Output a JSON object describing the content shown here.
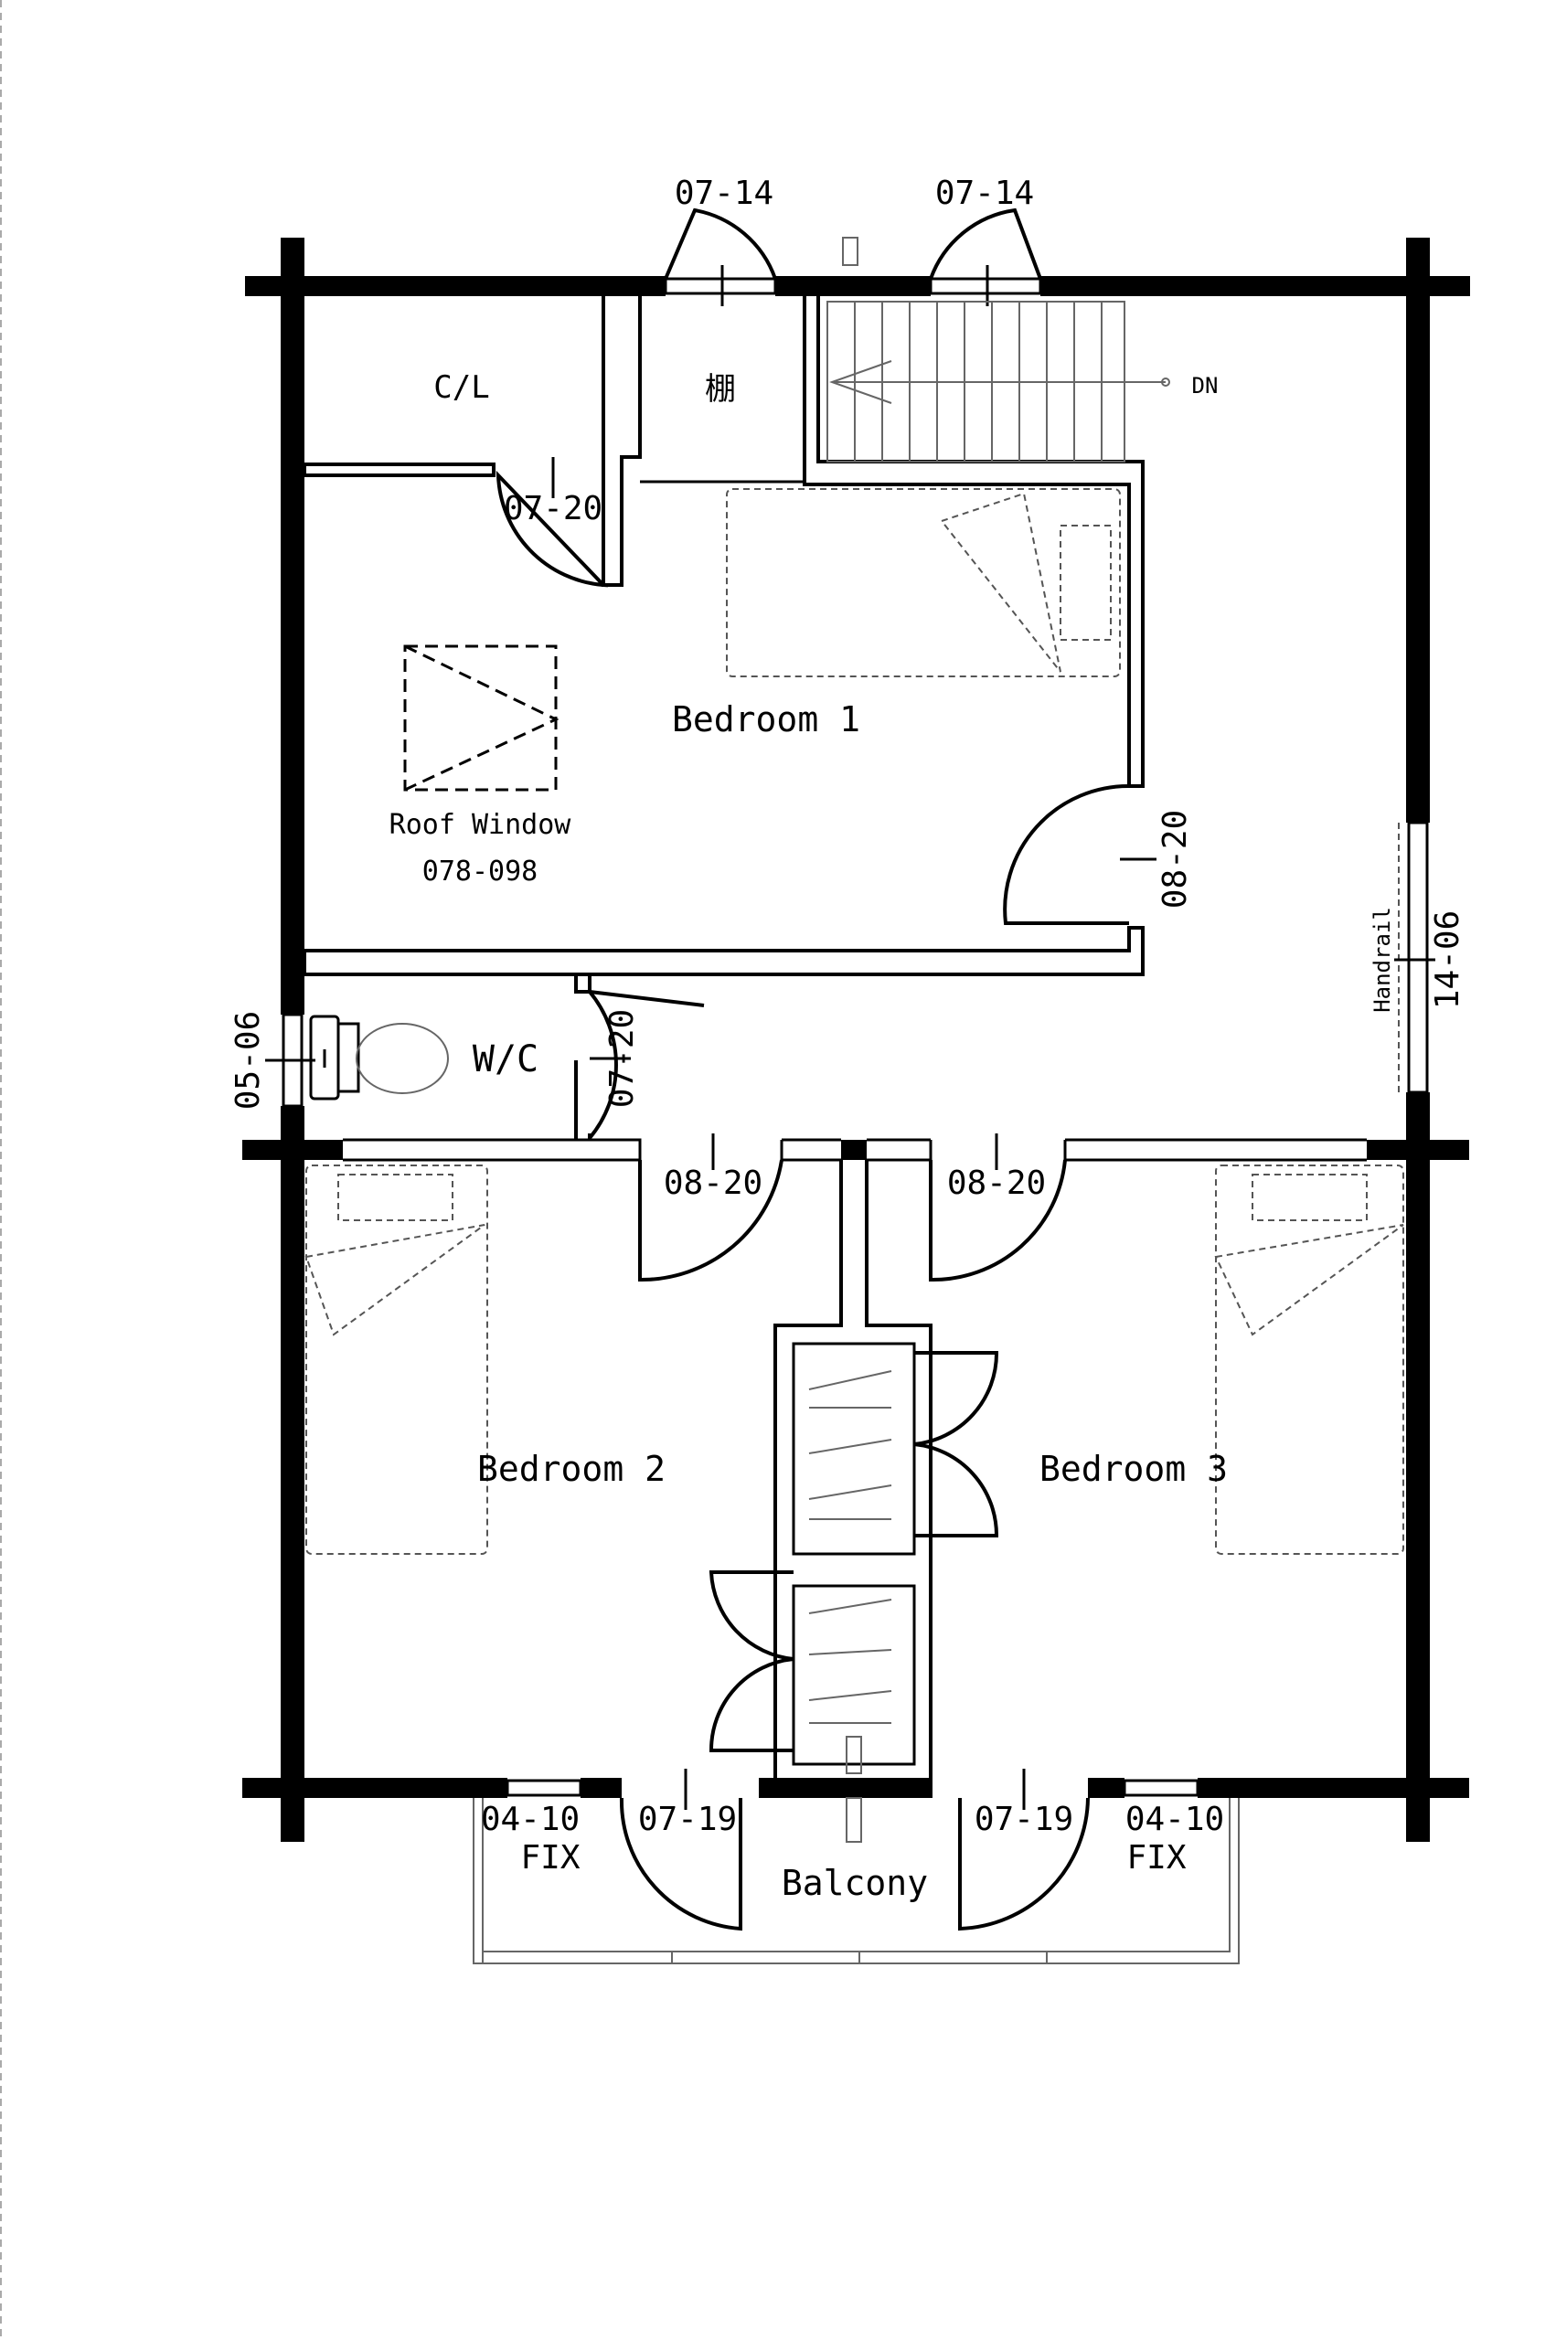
{
  "rooms": {
    "closet": "C/L",
    "shelf": "棚",
    "bedroom1": "Bedroom 1",
    "roof_window_title": "Roof Window",
    "roof_window_code": "078-098",
    "wc": "W/C",
    "bedroom2": "Bedroom 2",
    "bedroom3": "Bedroom 3",
    "balcony": "Balcony",
    "stair_dn": "DN",
    "handrail": "Handrail"
  },
  "codes": {
    "top_window_left": "07-14",
    "top_window_right": "07-14",
    "closet_door": "07-20",
    "bedroom1_door": "08-20",
    "wc_door": "07-20",
    "wc_window": "05-06",
    "right_window": "14-06",
    "bedroom2_door": "08-20",
    "bedroom3_door": "08-20",
    "balcony_fix_left": "04-10",
    "balcony_fix_right": "04-10",
    "fix_label": "FIX",
    "balcony_door_left": "07-19",
    "balcony_door_right": "07-19"
  }
}
